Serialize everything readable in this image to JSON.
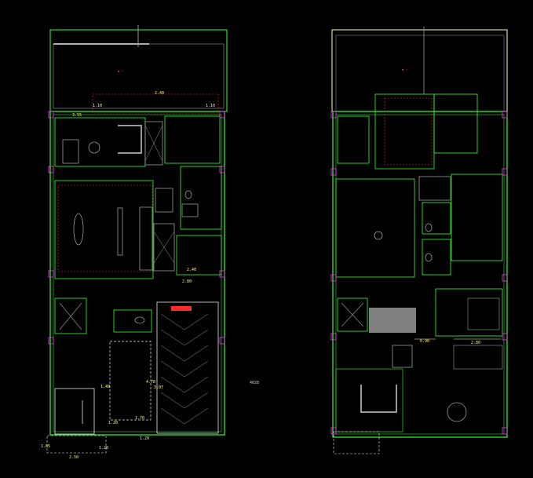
{
  "drawing": {
    "center_label": "4028",
    "colors": {
      "background": "#000000",
      "wall": "#33ff33",
      "outline_white": "#e8e8e8",
      "outline_yellow": "#ffffaa",
      "dim_red": "#ff2a2a",
      "fixture_gray": "#9a9a9a",
      "magenta": "#ff33ff",
      "dimension_text": "#ffff66"
    },
    "left_plan": {
      "dimensions": [
        "2.40",
        "1.10",
        "3.55",
        "1.10",
        "2.40",
        "2.80",
        "1.48",
        "4.78",
        "1.20",
        "1.70",
        "3.07",
        "1.20",
        "1.05",
        "2.50",
        "1.20"
      ]
    },
    "right_plan": {
      "dimensions": [
        "0.90",
        "2.80"
      ]
    }
  }
}
